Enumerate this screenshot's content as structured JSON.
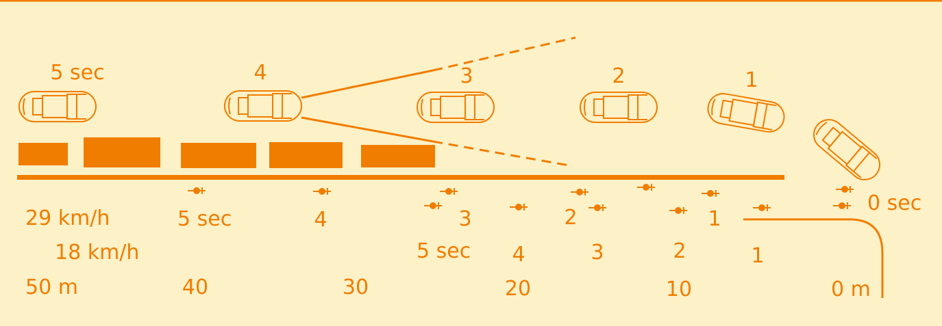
{
  "colors": {
    "accent": "#f07d00",
    "background": "#fdf1c7"
  },
  "car_labels": [
    "5 sec",
    "4",
    "3",
    "2",
    "1"
  ],
  "speed_labels": [
    "29 km/h",
    "18 km/h"
  ],
  "pedestrian_labels_fast": [
    "5 sec",
    "4",
    "3",
    "2",
    "1",
    "0 sec"
  ],
  "pedestrian_labels_slow": [
    "5 sec",
    "4",
    "3",
    "2",
    "1"
  ],
  "distance_labels": [
    "50 m",
    "40",
    "30",
    "20",
    "10",
    "0 m"
  ],
  "icons": {
    "car": "car-icon",
    "pedestrian": "pedestrian-icon"
  }
}
